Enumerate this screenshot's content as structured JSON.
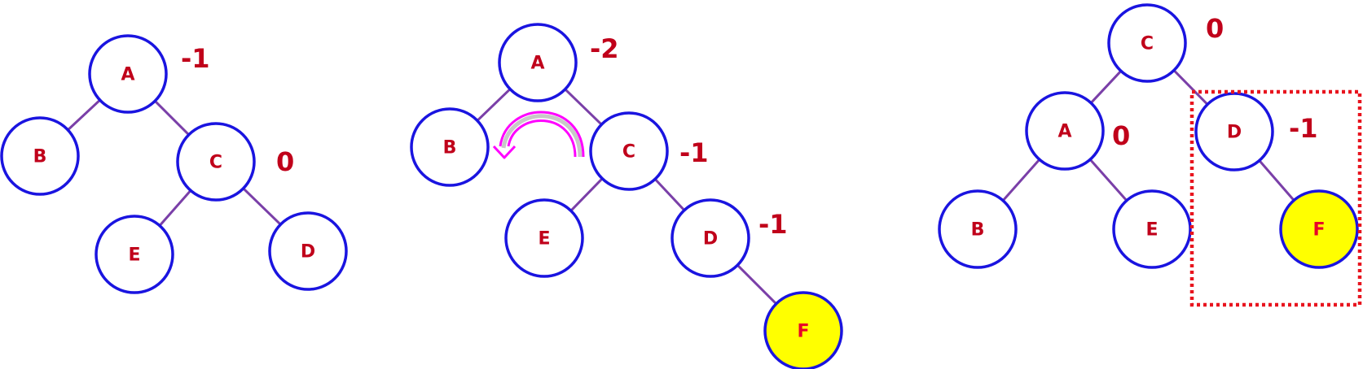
{
  "trees": [
    {
      "id": "tree-1",
      "nodes": [
        {
          "id": "A",
          "label": "A",
          "balance": "-1"
        },
        {
          "id": "B",
          "label": "B",
          "balance": ""
        },
        {
          "id": "C",
          "label": "C",
          "balance": "0"
        },
        {
          "id": "E",
          "label": "E",
          "balance": ""
        },
        {
          "id": "D",
          "label": "D",
          "balance": ""
        }
      ],
      "edges": [
        [
          "A",
          "B"
        ],
        [
          "A",
          "C"
        ],
        [
          "C",
          "E"
        ],
        [
          "C",
          "D"
        ]
      ]
    },
    {
      "id": "tree-2",
      "nodes": [
        {
          "id": "A",
          "label": "A",
          "balance": "-2"
        },
        {
          "id": "B",
          "label": "B",
          "balance": ""
        },
        {
          "id": "C",
          "label": "C",
          "balance": "-1"
        },
        {
          "id": "E",
          "label": "E",
          "balance": ""
        },
        {
          "id": "D",
          "label": "D",
          "balance": "-1"
        },
        {
          "id": "F",
          "label": "F",
          "balance": "",
          "highlight": true
        }
      ],
      "edges": [
        [
          "A",
          "B"
        ],
        [
          "A",
          "C"
        ],
        [
          "C",
          "E"
        ],
        [
          "C",
          "D"
        ],
        [
          "D",
          "F"
        ]
      ]
    },
    {
      "id": "tree-3",
      "nodes": [
        {
          "id": "C",
          "label": "C",
          "balance": "0"
        },
        {
          "id": "A",
          "label": "A",
          "balance": "0"
        },
        {
          "id": "D",
          "label": "D",
          "balance": "-1"
        },
        {
          "id": "B",
          "label": "B",
          "balance": ""
        },
        {
          "id": "E",
          "label": "E",
          "balance": ""
        },
        {
          "id": "F",
          "label": "F",
          "balance": "",
          "highlight": true
        }
      ],
      "edges": [
        [
          "C",
          "A"
        ],
        [
          "C",
          "D"
        ],
        [
          "A",
          "B"
        ],
        [
          "A",
          "E"
        ],
        [
          "D",
          "F"
        ]
      ]
    }
  ],
  "colors": {
    "node_stroke": "#1a14e0",
    "node_text": "#c0001a",
    "edge": "#7a3fa8",
    "highlight_fill": "#ffff00",
    "rotation_arrow": "#ff00ff",
    "focus_box": "#e8141e"
  }
}
